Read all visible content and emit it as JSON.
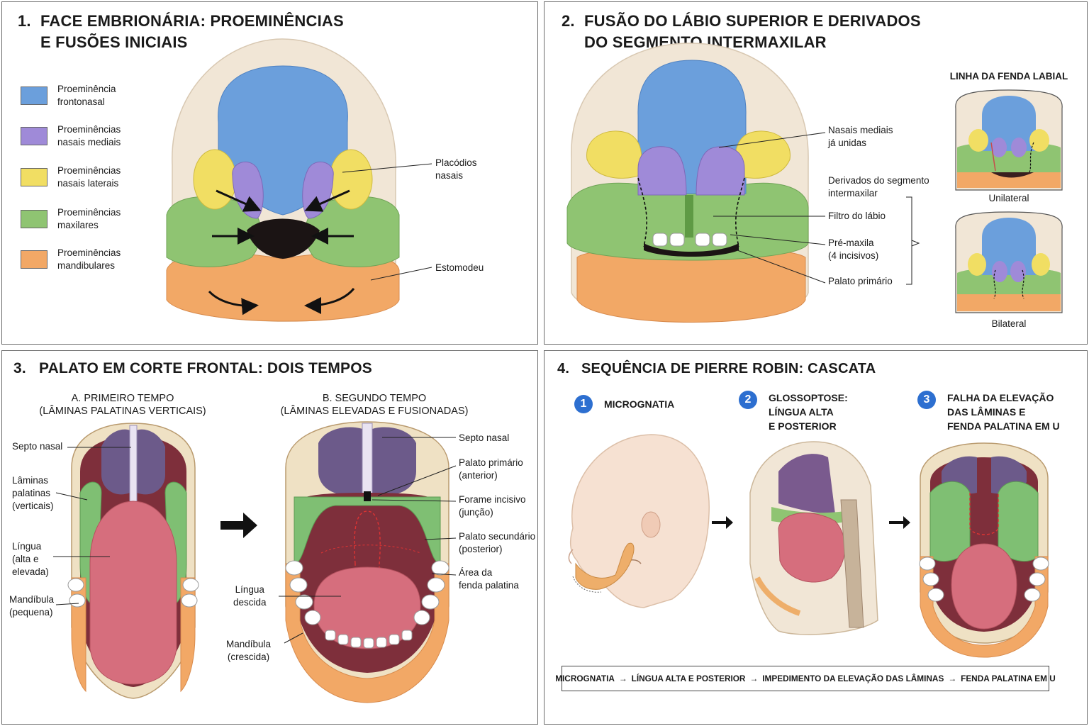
{
  "colors": {
    "frontonasal": "#6b9fdc",
    "nasal_medial": "#9f8ad8",
    "nasal_lateral": "#f1de63",
    "maxillary": "#8fc472",
    "mandibular": "#f2a866",
    "skin": "#f1e6d6",
    "tongue": "#d66e7d",
    "palate_green": "#7fbf73",
    "accent_blue": "#2d6fd0"
  },
  "panel1": {
    "number": "1.",
    "title_line1": "FACE EMBRIONÁRIA: PROEMINÊNCIAS",
    "title_line2": "E FUSÕES INICIAIS",
    "legend": [
      {
        "label": "Proeminência\nfrontonasal",
        "color": "#6b9fdc"
      },
      {
        "label": "Proeminências\nnasais mediais",
        "color": "#9f8ad8"
      },
      {
        "label": "Proeminências\nnasais laterais",
        "color": "#f1de63"
      },
      {
        "label": "Proeminências\nmaxilares",
        "color": "#8fc472"
      },
      {
        "label": "Proeminências\nmandibulares",
        "color": "#f2a866"
      }
    ],
    "callouts": {
      "placodios": "Placódios\nnasais",
      "estomodeu": "Estomodeu"
    }
  },
  "panel2": {
    "number": "2.",
    "title_line1": "FUSÃO DO LÁBIO SUPERIOR E DERIVADOS",
    "title_line2": "DO SEGMENTO INTERMAXILAR",
    "callouts": {
      "nasais_mediais": "Nasais mediais\njá unidas",
      "derivados": "Derivados do segmento\nintermaxilar",
      "filtro": "Filtro do lábio",
      "premaxila": "Pré-maxila\n(4 incisivos)",
      "palato_primario": "Palato primário"
    },
    "cleft_title": "LINHA DA FENDA LABIAL",
    "unilateral": "Unilateral",
    "bilateral": "Bilateral"
  },
  "panel3": {
    "number": "3.",
    "title": "PALATO EM CORTE FRONTAL: DOIS TEMPOS",
    "a_title": "A. PRIMEIRO TEMPO\n(LÂMINAS PALATINAS VERTICAIS)",
    "b_title": "B. SEGUNDO TEMPO\n(LÂMINAS ELEVADAS E FUSIONADAS)",
    "left": {
      "septo": "Septo nasal",
      "laminas": "Lâminas\npalatinas\n(verticais)",
      "lingua": "Língua\n(alta e\nelevada)",
      "mandibula": "Mandíbula\n(pequena)"
    },
    "right": {
      "septo": "Septo nasal",
      "palato_primario": "Palato primário\n(anterior)",
      "forame": "Forame incisivo\n(junção)",
      "palato_secundario": "Palato secundário\n(posterior)",
      "area_fenda": "Área da\nfenda palatina",
      "lingua": "Língua\ndescida",
      "mandibula": "Mandíbula\n(crescida)"
    }
  },
  "panel4": {
    "number": "4.",
    "title": "SEQUÊNCIA DE PIERRE ROBIN: CASCATA",
    "steps": [
      {
        "n": "1",
        "text": "MICROGNATIA"
      },
      {
        "n": "2",
        "text": "GLOSSOPTOSE:\nLÍNGUA ALTA\nE POSTERIOR"
      },
      {
        "n": "3",
        "text": "FALHA DA ELEVAÇÃO\nDAS LÂMINAS E\nFENDA PALATINA EM U"
      }
    ],
    "cascade": [
      "MICROGNATIA",
      "LÍNGUA ALTA E POSTERIOR",
      "IMPEDIMENTO DA ELEVAÇÃO DAS LÂMINAS",
      "FENDA PALATINA EM U"
    ],
    "arrow_glyph": "→"
  }
}
